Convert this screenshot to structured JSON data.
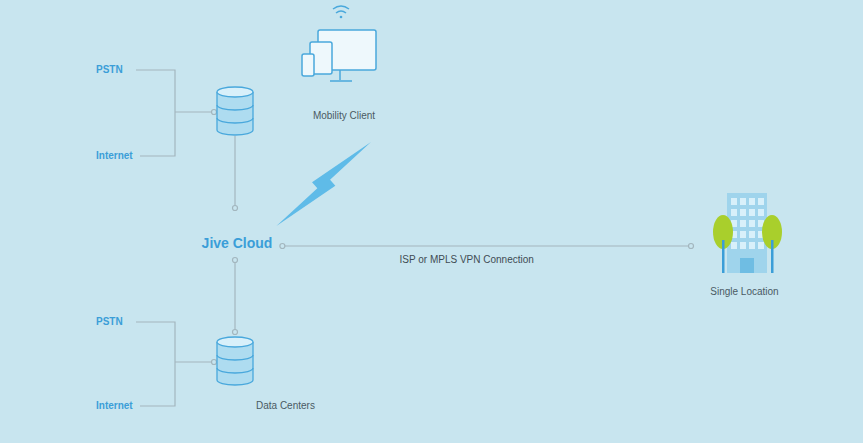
{
  "diagram": {
    "nodes": [
      {
        "text": [
          "Mobility Client"
        ]
      },
      {
        "text": [
          "Jive Cloud"
        ]
      },
      {
        "text": [
          "Single Location"
        ]
      },
      {
        "text": [
          "Data Centers"
        ]
      }
    ],
    "edges": [
      {
        "from": 1,
        "to": 0,
        "arrow": "none"
      },
      {
        "from": 1,
        "to": 2,
        "label": "ISP or MPLS VPN Connection",
        "arrow": "none"
      },
      {
        "from": 1,
        "to": 3,
        "arrow": "none"
      }
    ],
    "labels": [
      "PSTN",
      "Internet",
      "PSTN",
      "Internet"
    ]
  }
}
